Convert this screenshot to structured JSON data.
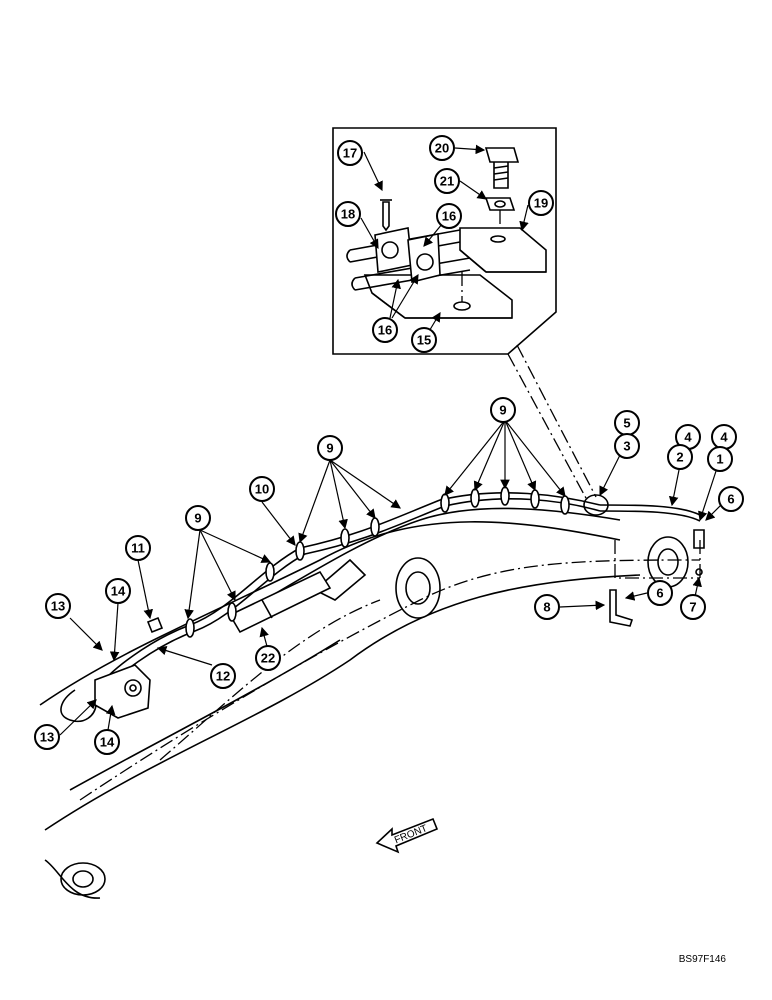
{
  "callouts": {
    "c1": "1",
    "c2": "2",
    "c3": "3",
    "c4a": "4",
    "c4b": "4",
    "c5": "5",
    "c6a": "6",
    "c6b": "6",
    "c7": "7",
    "c8": "8",
    "c9a": "9",
    "c9b": "9",
    "c9c": "9",
    "c10": "10",
    "c11": "11",
    "c12": "12",
    "c13a": "13",
    "c13b": "13",
    "c14a": "14",
    "c14b": "14",
    "c15": "15",
    "c16a": "16",
    "c16b": "16",
    "c17": "17",
    "c18": "18",
    "c19": "19",
    "c20": "20",
    "c21": "21",
    "c22": "22"
  },
  "direction_label": "FRONT",
  "figure_code": "BS97F146"
}
